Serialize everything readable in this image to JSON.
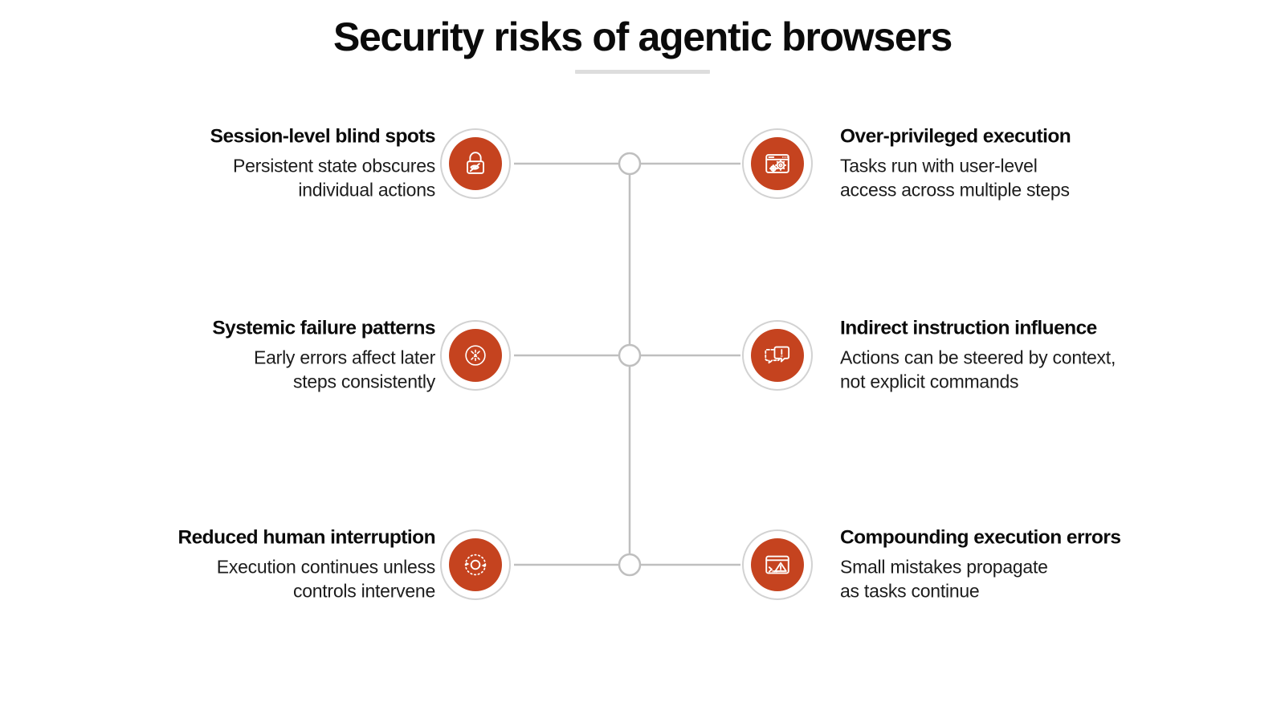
{
  "header": {
    "title": "Security risks of agentic browsers",
    "rule": "title-divider"
  },
  "theme": {
    "accent": "#C5431F",
    "badge_ring": "#D2D2D2",
    "connector": "#BFBFBF",
    "title_rule": "#DDDDDD",
    "background": "#FFFFFF",
    "text": "#0B0B0B"
  },
  "diagram": {
    "type": "symmetric-branch-tree",
    "node_count": 6,
    "hub_nodes": 3,
    "rows": [
      {
        "left": {
          "icon": "padlock-eye-slash-icon",
          "title": "Session-level blind spots",
          "desc_lines": [
            "Persistent state obscures",
            "individual actions"
          ]
        },
        "right": {
          "icon": "browser-window-gears-icon",
          "title": "Over-privileged execution",
          "desc_lines": [
            "Tasks run with user-level",
            "access across multiple steps"
          ]
        }
      },
      {
        "left": {
          "icon": "broken-network-node-icon",
          "title": "Systemic failure patterns",
          "desc_lines": [
            "Early errors affect later",
            "steps consistently"
          ]
        },
        "right": {
          "icon": "dual-speech-bubble-alert-icon",
          "title": "Indirect instruction influence",
          "desc_lines": [
            "Actions can be steered by context,",
            "not explicit commands"
          ]
        }
      },
      {
        "left": {
          "icon": "continuous-loop-cycle-icon",
          "title": "Reduced human interruption",
          "desc_lines": [
            "Execution continues unless",
            "controls intervene"
          ]
        },
        "right": {
          "icon": "terminal-warning-icon",
          "title": "Compounding execution errors",
          "desc_lines": [
            "Small mistakes propagate",
            "as tasks continue"
          ]
        }
      }
    ]
  }
}
